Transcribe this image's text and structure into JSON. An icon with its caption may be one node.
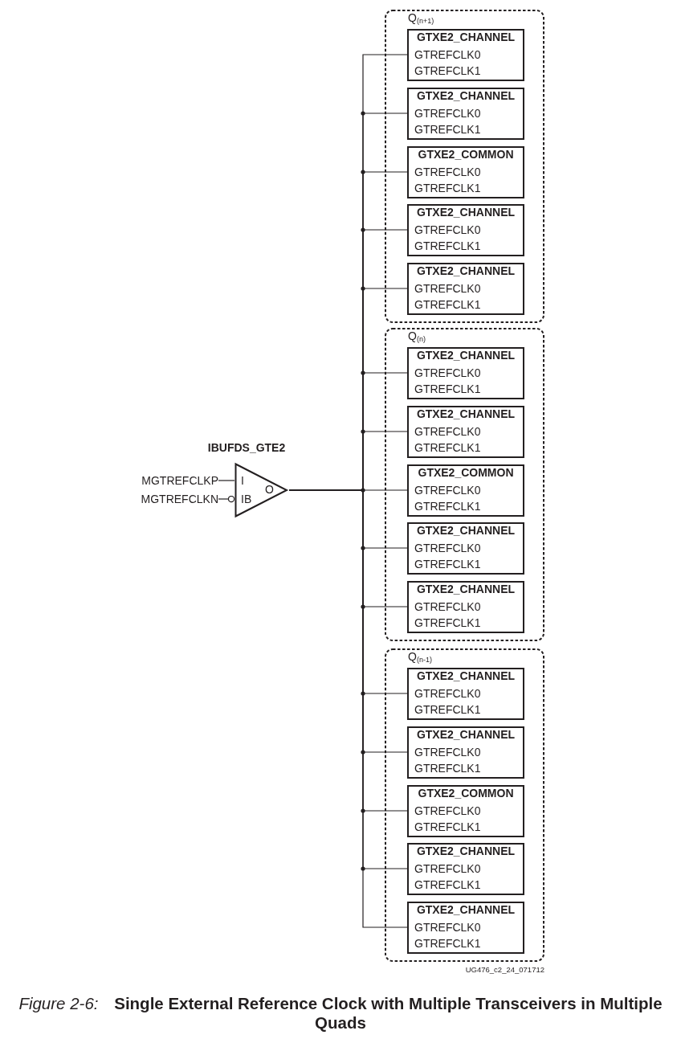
{
  "diagram": {
    "caption": "*Figure 2-6:* **Single External Reference Clock with Multiple Transceivers in Multiple Quads**",
    "nodes": [
      {
        "text": [
          "MGTREFCLKP"
        ]
      },
      {
        "text": [
          "MGTREFCLKN"
        ]
      },
      {
        "text": [
          "IBUFDS_GTE2",
          "I",
          "IB",
          "O"
        ]
      },
      {
        "text": [
          "Q$_{(n+1)}$"
        ]
      },
      {
        "text": [
          "GTXE2_CHANNEL",
          "GTREFCLK0",
          "GTREFCLK1"
        ],
        "in": 3
      },
      {
        "text": [
          "GTXE2_CHANNEL",
          "GTREFCLK0",
          "GTREFCLK1"
        ],
        "in": 3
      },
      {
        "text": [
          "GTXE2_COMMON",
          "GTREFCLK0",
          "GTREFCLK1"
        ],
        "in": 3
      },
      {
        "text": [
          "GTXE2_CHANNEL",
          "GTREFCLK0",
          "GTREFCLK1"
        ],
        "in": 3
      },
      {
        "text": [
          "GTXE2_CHANNEL",
          "GTREFCLK0",
          "GTREFCLK1"
        ],
        "in": 3
      },
      {
        "text": [
          "Q$_{(n)}$"
        ]
      },
      {
        "text": [
          "GTXE2_CHANNEL",
          "GTREFCLK0",
          "GTREFCLK1"
        ],
        "in": 9
      },
      {
        "text": [
          "GTXE2_CHANNEL",
          "GTREFCLK0",
          "GTREFCLK1"
        ],
        "in": 9
      },
      {
        "text": [
          "GTXE2_COMMON",
          "GTREFCLK0",
          "GTREFCLK1"
        ],
        "in": 9
      },
      {
        "text": [
          "GTXE2_CHANNEL",
          "GTREFCLK0",
          "GTREFCLK1"
        ],
        "in": 9
      },
      {
        "text": [
          "GTXE2_CHANNEL",
          "GTREFCLK0",
          "GTREFCLK1"
        ],
        "in": 9
      },
      {
        "text": [
          "Q$_{(n-1)}$"
        ]
      },
      {
        "text": [
          "GTXE2_CHANNEL",
          "GTREFCLK0",
          "GTREFCLK1"
        ],
        "in": 15
      },
      {
        "text": [
          "GTXE2_CHANNEL",
          "GTREFCLK0",
          "GTREFCLK1"
        ],
        "in": 15
      },
      {
        "text": [
          "GTXE2_COMMON",
          "GTREFCLK0",
          "GTREFCLK1"
        ],
        "in": 15
      },
      {
        "text": [
          "GTXE2_CHANNEL",
          "GTREFCLK0",
          "GTREFCLK1"
        ],
        "in": 15
      },
      {
        "text": [
          "GTXE2_CHANNEL",
          "GTREFCLK0",
          "GTREFCLK1"
        ],
        "in": 15
      }
    ],
    "edges": [
      {
        "from": 0,
        "to": 2,
        "arrow": "none"
      },
      {
        "from": 1,
        "to": 2,
        "arrow": "other"
      },
      {
        "from": 2,
        "to": 4,
        "arrow": "none"
      },
      {
        "from": 2,
        "to": 5,
        "arrow": "none"
      },
      {
        "from": 2,
        "to": 6,
        "arrow": "none"
      },
      {
        "from": 2,
        "to": 7,
        "arrow": "none"
      },
      {
        "from": 2,
        "to": 8,
        "arrow": "none"
      },
      {
        "from": 2,
        "to": 10,
        "arrow": "none"
      },
      {
        "from": 2,
        "to": 11,
        "arrow": "none"
      },
      {
        "from": 2,
        "to": 12,
        "arrow": "none"
      },
      {
        "from": 2,
        "to": 13,
        "arrow": "none"
      },
      {
        "from": 2,
        "to": 14,
        "arrow": "none"
      },
      {
        "from": 2,
        "to": 16,
        "arrow": "none"
      },
      {
        "from": 2,
        "to": 17,
        "arrow": "none"
      },
      {
        "from": 2,
        "to": 18,
        "arrow": "none"
      },
      {
        "from": 2,
        "to": 19,
        "arrow": "none"
      },
      {
        "from": 2,
        "to": 20,
        "arrow": "none"
      }
    ],
    "labels": [
      "UG476_c2_24_071712"
    ]
  }
}
